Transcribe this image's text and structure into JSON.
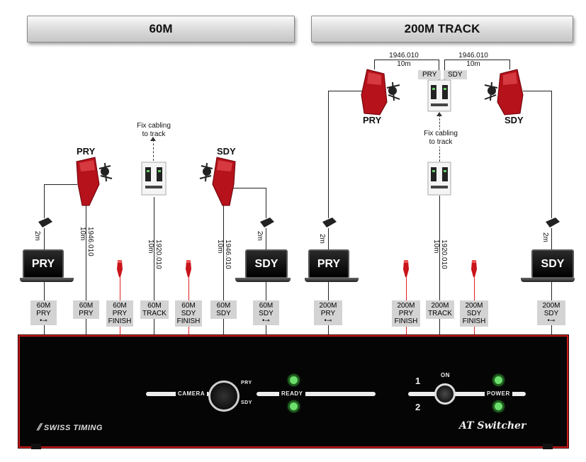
{
  "sections": {
    "left_title": "60M",
    "right_title": "200M TRACK"
  },
  "left": {
    "camera_pry": "PRY",
    "camera_sdy": "SDY",
    "fix_cabling": [
      "Fix cabling",
      "to track"
    ],
    "laptop_pry": "PRY",
    "laptop_sdy": "SDY",
    "cable_2m": "2m",
    "cable_pry": [
      "1946.010",
      "10m"
    ],
    "cable_track": [
      "1920.010",
      "10m"
    ],
    "cable_sdy": [
      "1946.010",
      "10m"
    ],
    "ports": [
      {
        "l1": "60M",
        "l2": "PRY",
        "usb": "•⊸"
      },
      {
        "l1": "60M",
        "l2": "PRY"
      },
      {
        "l1": "60M",
        "l2": "PRY",
        "l3": "FINISH"
      },
      {
        "l1": "60M",
        "l2": "TRACK"
      },
      {
        "l1": "60M",
        "l2": "SDY",
        "l3": "FINISH"
      },
      {
        "l1": "60M",
        "l2": "SDY"
      },
      {
        "l1": "60M",
        "l2": "SDY",
        "usb": "•⊸"
      }
    ]
  },
  "right": {
    "camera_pry": "PRY",
    "camera_sdy": "SDY",
    "hub_pry": "PRY",
    "hub_sdy": "SDY",
    "top_left": [
      "1946.010",
      "10m"
    ],
    "top_right": [
      "1946.010",
      "10m"
    ],
    "fix_cabling": [
      "Fix cabling",
      "to track"
    ],
    "laptop_pry": "PRY",
    "laptop_sdy": "SDY",
    "cable_2m": "2m",
    "cable_track": [
      "1920.010",
      "10m"
    ],
    "ports": [
      {
        "l1": "200M",
        "l2": "PRY",
        "usb": "•⊸"
      },
      {
        "l1": "200M",
        "l2": "PRY",
        "l3": "FINISH"
      },
      {
        "l1": "200M",
        "l2": "TRACK"
      },
      {
        "l1": "200M",
        "l2": "SDY",
        "l3": "FINISH"
      },
      {
        "l1": "200M",
        "l2": "SDY",
        "usb": "•⊸"
      }
    ]
  },
  "switcher": {
    "camera": "CAMERA",
    "pry": "PRY",
    "sdy": "SDY",
    "ready": "READY",
    "on": "ON",
    "one": "1",
    "two": "2",
    "power": "POWER",
    "brand": "SWISS TIMING",
    "model": "AT Switcher"
  },
  "colors": {
    "frame": "#c81a1a",
    "camera": "#b5121b",
    "led": "#6ddf6d"
  },
  "icons": [
    "camera-icon",
    "laptop-icon",
    "converter-icon",
    "hub-icon",
    "finish-button-icon",
    "usb-icon"
  ]
}
